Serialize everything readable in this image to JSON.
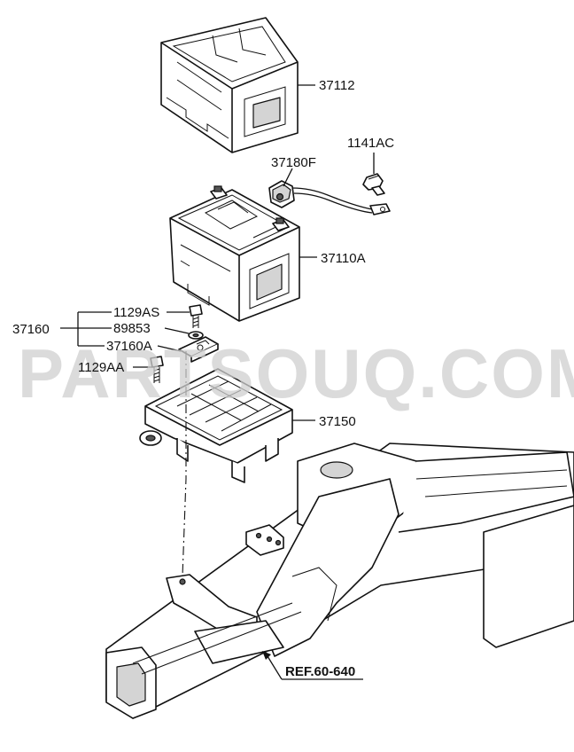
{
  "watermark": "PARTSOUQ.COM",
  "reference": "REF.60-640",
  "labels": {
    "tray_cover": "37112",
    "cable": "37180F",
    "bolt_cable": "1141AC",
    "battery": "37110A",
    "bracket_group": "37160",
    "bolt_1": "1129AS",
    "nut": "89853",
    "clamp": "37160A",
    "bolt_2": "1129AA",
    "tray": "37150"
  }
}
